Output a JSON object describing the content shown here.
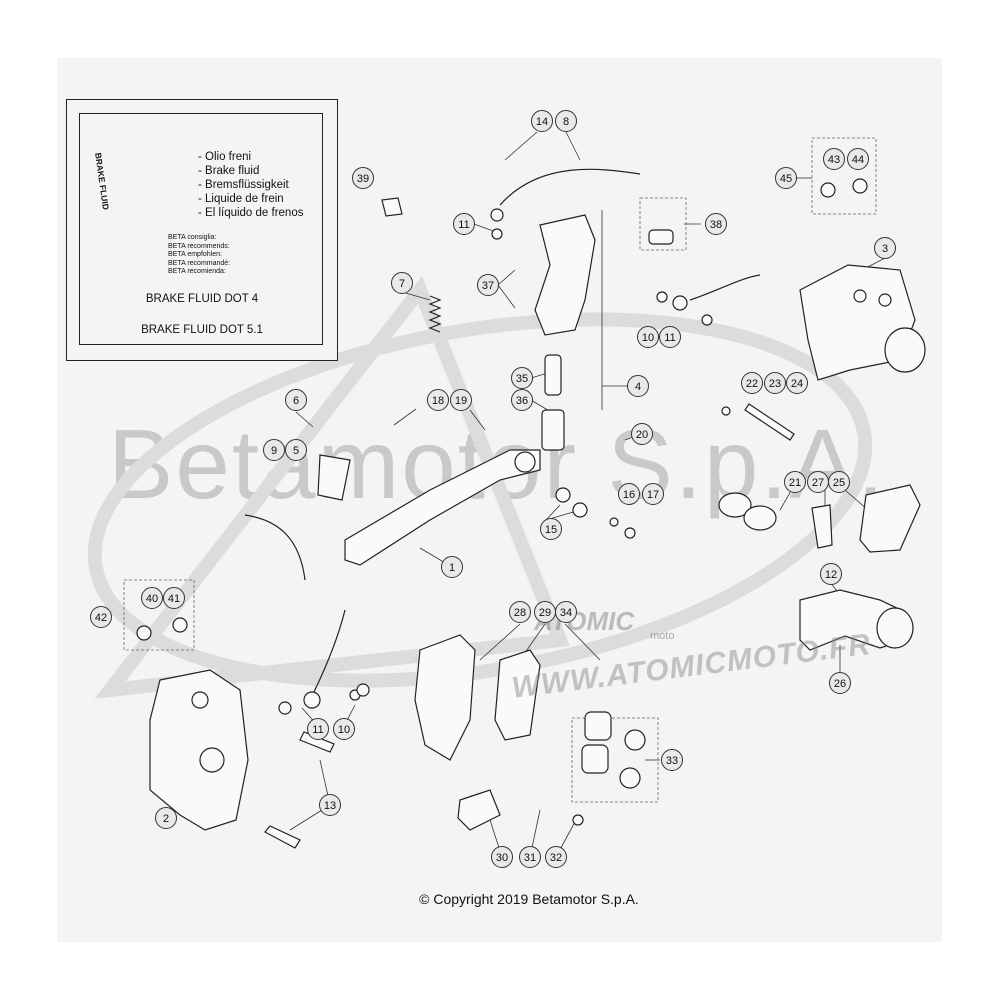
{
  "info_box": {
    "can_label": "BRAKE FLUID",
    "fluid_names": [
      "- Olio freni",
      "- Brake fluid",
      "- Bremsflüssigkeit",
      "- Liquide de frein",
      "- El líquido de frenos"
    ],
    "recommend_lines": [
      "BETA consiglia:",
      "BETA recommends:",
      "BETA empfohlen:",
      "BETA recommandé:",
      "BETA recomienda:"
    ],
    "fluid_dot4": "BRAKE FLUID DOT 4",
    "fluid_dot51": "BRAKE FLUID DOT 5.1"
  },
  "watermark": "Betamotor S.p.A.",
  "logo": {
    "name": "ATOMIC",
    "sub": "moto"
  },
  "site": "WWW.ATOMICMOTO.FR",
  "copyright": "© Copyright 2019 Betamotor S.p.A.",
  "callouts": [
    "1",
    "2",
    "3",
    "4",
    "5",
    "6",
    "7",
    "8",
    "9",
    "10",
    "10",
    "11",
    "11",
    "11",
    "12",
    "13",
    "14",
    "15",
    "16",
    "17",
    "18",
    "19",
    "20",
    "21",
    "22",
    "23",
    "24",
    "25",
    "26",
    "27",
    "28",
    "29",
    "30",
    "31",
    "32",
    "33",
    "34",
    "35",
    "36",
    "37",
    "38",
    "39",
    "40",
    "41",
    "42",
    "43",
    "44",
    "45"
  ]
}
